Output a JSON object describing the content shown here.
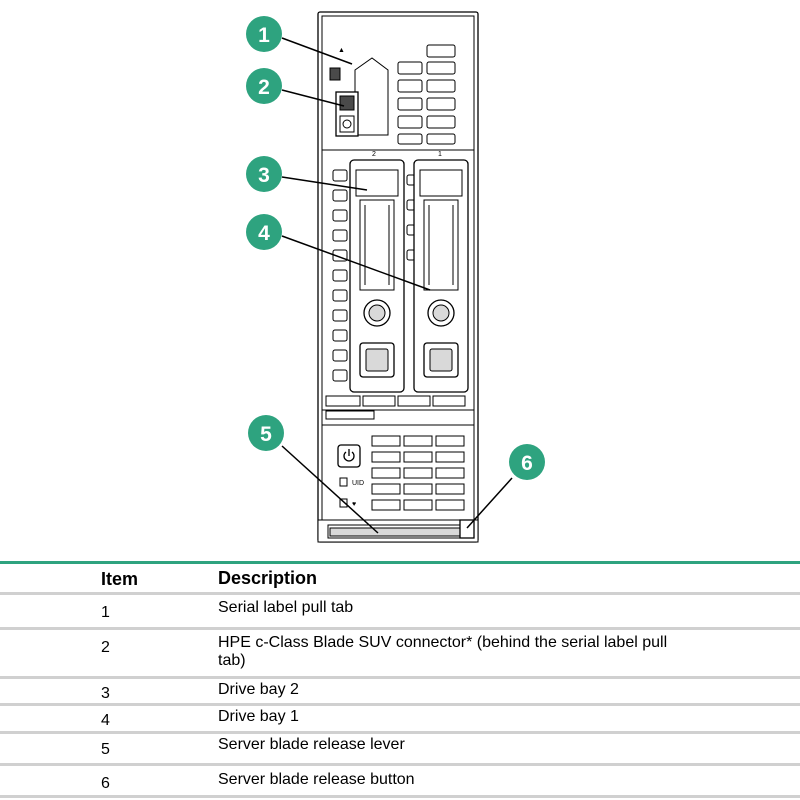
{
  "callouts": [
    {
      "number": "1"
    },
    {
      "number": "2"
    },
    {
      "number": "3"
    },
    {
      "number": "4"
    },
    {
      "number": "5"
    },
    {
      "number": "6"
    }
  ],
  "drive_labels": [
    "2",
    "1"
  ],
  "colors": {
    "accent": "#2ea37f",
    "rule": "#d0d0d0"
  },
  "icons": [
    "power-icon",
    "uid-icon",
    "health-icon",
    "drive-lock-icon"
  ],
  "legend": {
    "header": {
      "item": "Item",
      "description": "Description"
    },
    "rows": [
      {
        "item": "1",
        "description": "Serial label pull tab"
      },
      {
        "item": "2",
        "description": "HPE c-Class Blade SUV connector* (behind the serial label pull tab)"
      },
      {
        "item": "3",
        "description": "Drive bay 2"
      },
      {
        "item": "4",
        "description": "Drive bay 1"
      },
      {
        "item": "5",
        "description": "Server blade release lever"
      },
      {
        "item": "6",
        "description": "Server blade release button"
      }
    ]
  }
}
